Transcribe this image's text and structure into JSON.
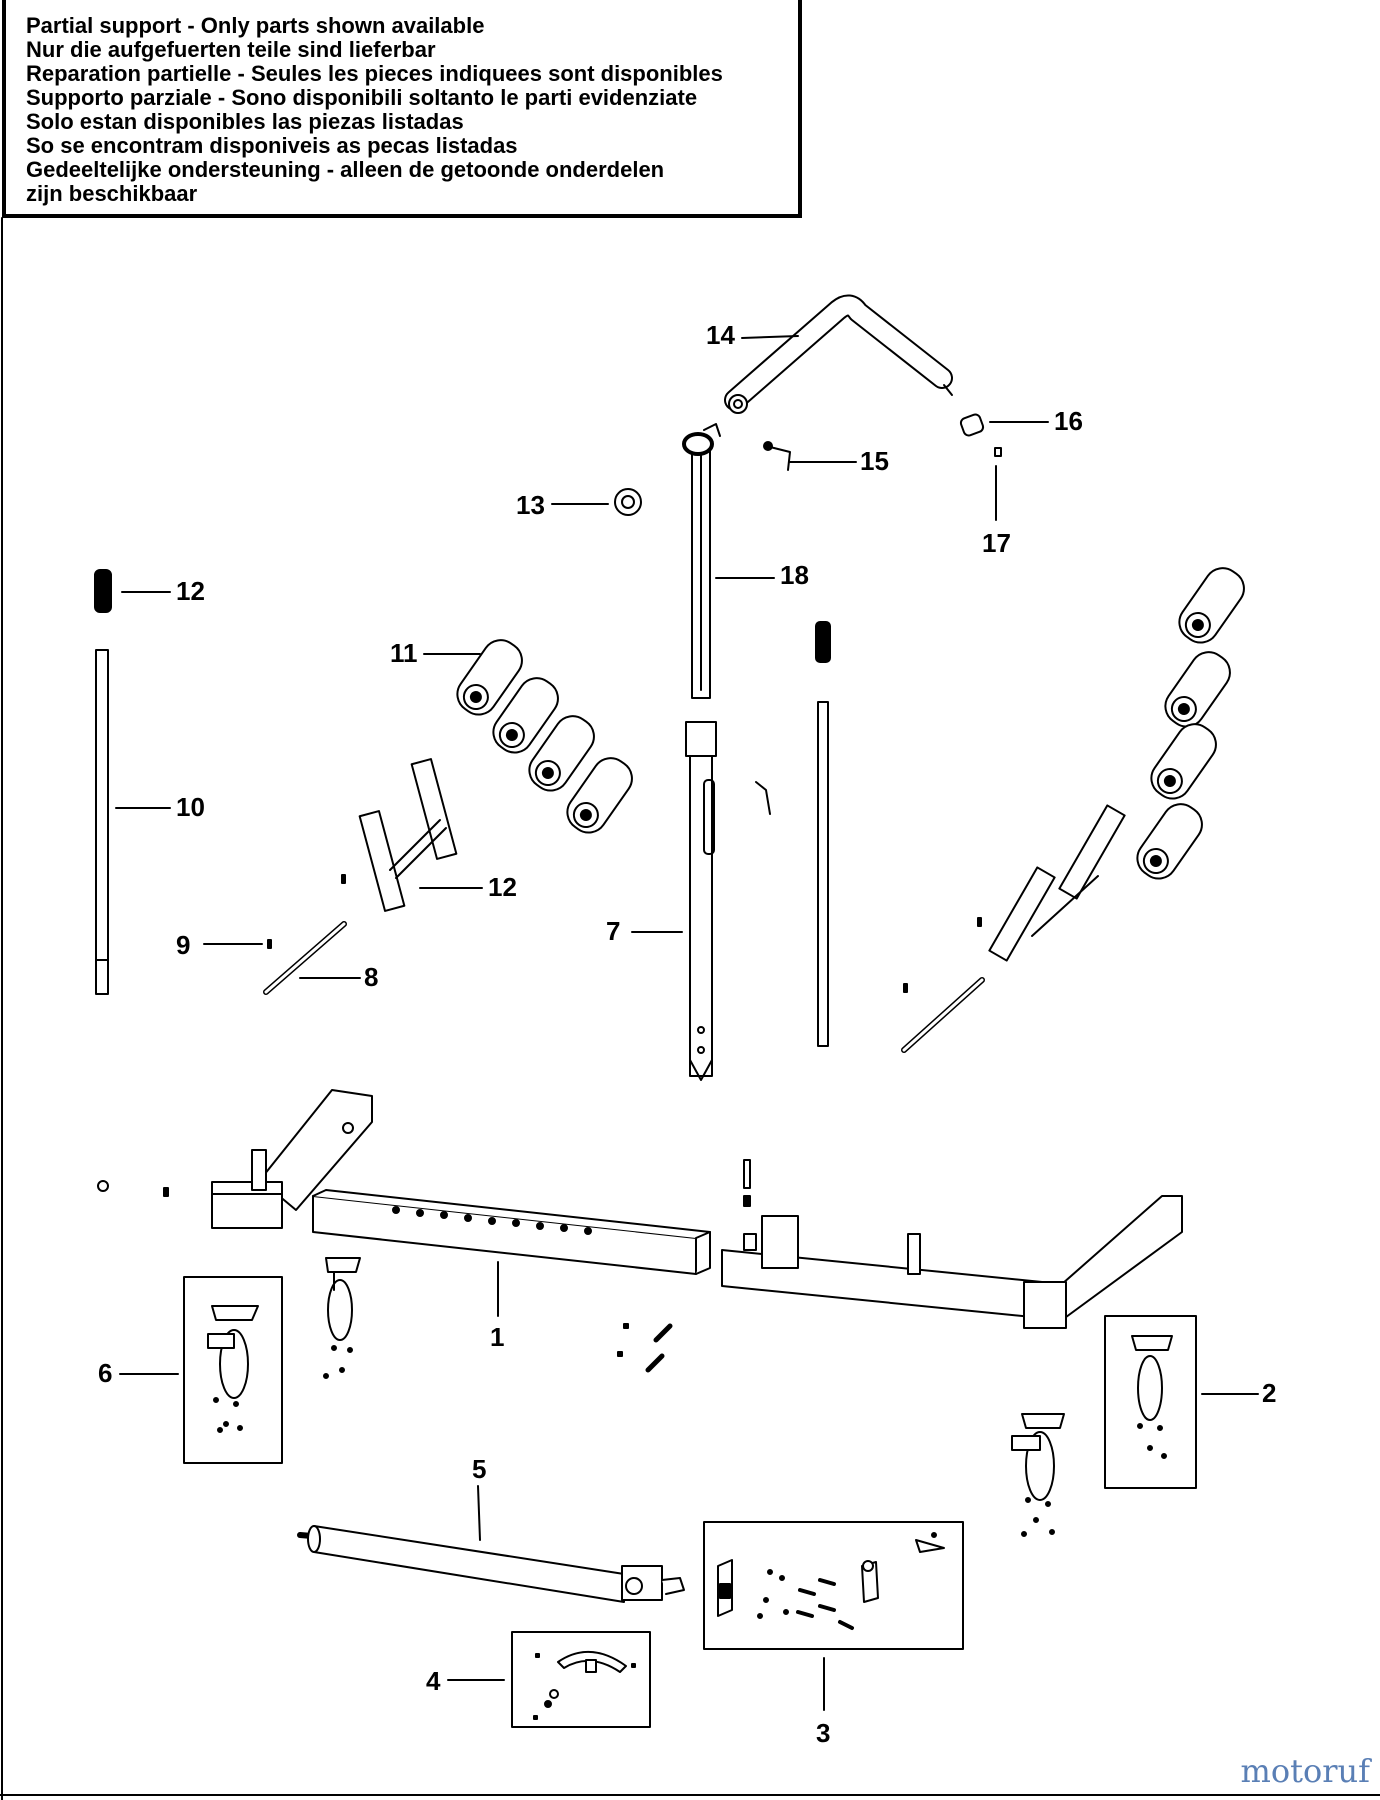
{
  "notice": {
    "lines": [
      "Partial support - Only parts shown available",
      "Nur die aufgefuerten teile sind lieferbar",
      "Reparation partielle - Seules les pieces indiquees sont disponibles",
      "Supporto parziale - Sono disponibili soltanto le parti evidenziate",
      "Solo estan disponibles las piezas listadas",
      "So se encontram disponiveis as pecas listadas",
      "Gedeeltelijke ondersteuning - alleen de getoonde onderdelen",
      "zijn beschikbaar"
    ]
  },
  "callouts": {
    "c1": "1",
    "c2": "2",
    "c3": "3",
    "c4": "4",
    "c5": "5",
    "c6": "6",
    "c7": "7",
    "c8": "8",
    "c9": "9",
    "c10": "10",
    "c11": "11",
    "c12a": "12",
    "c12b": "12",
    "c13": "13",
    "c14": "14",
    "c15": "15",
    "c16": "16",
    "c17": "17",
    "c18": "18"
  },
  "watermark": "motoruf",
  "colors": {
    "line": "#000000",
    "background": "#ffffff",
    "watermark": "#5a7fb5"
  }
}
